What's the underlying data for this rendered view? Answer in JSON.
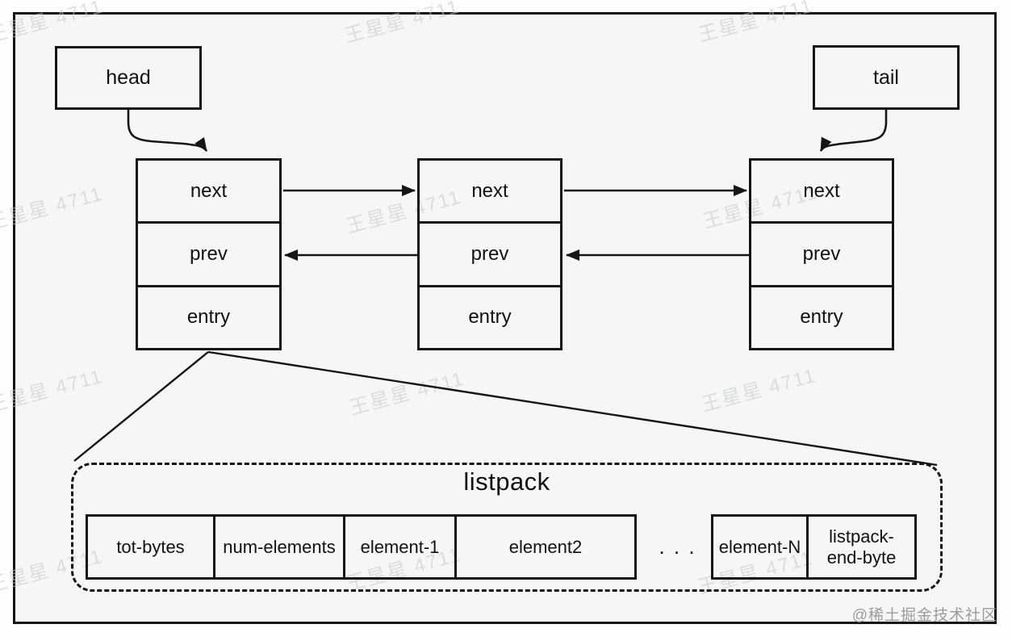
{
  "watermark": {
    "text": "王星星 4711"
  },
  "credit": {
    "text": "@稀土掘金技术社区"
  },
  "pointers": {
    "head": "head",
    "tail": "tail"
  },
  "nodes": [
    {
      "next": "next",
      "prev": "prev",
      "entry": "entry"
    },
    {
      "next": "next",
      "prev": "prev",
      "entry": "entry"
    },
    {
      "next": "next",
      "prev": "prev",
      "entry": "entry"
    }
  ],
  "listpack": {
    "title": "listpack",
    "cells": [
      "tot-bytes",
      "num-elements",
      "element-1",
      "element2"
    ],
    "ellipsis": ". . .",
    "tail_cells": [
      "element-N",
      "listpack-\nend-byte"
    ]
  },
  "colors": {
    "stroke": "#151515",
    "background": "#f5f7f7",
    "watermark": "#c4c9ca",
    "credit": "#9b9b9b"
  }
}
